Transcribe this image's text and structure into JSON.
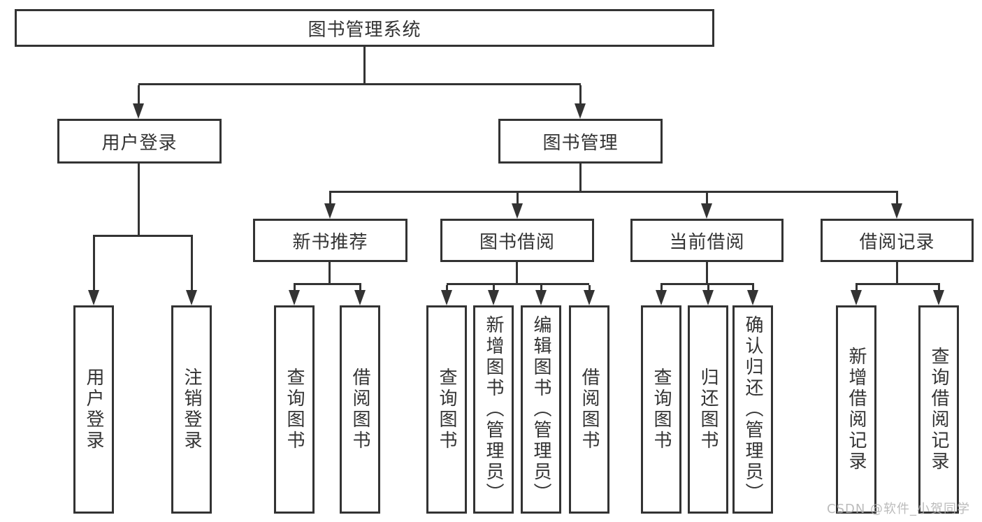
{
  "diagram_title": "图书管理系统",
  "watermark": "CSDN @软件_小贺同学",
  "colors": {
    "line": "#333333",
    "text": "#333333",
    "background": "#ffffff",
    "watermark": "#b0b0b0"
  },
  "tree": {
    "root": {
      "label": "图书管理系统"
    },
    "level2": [
      {
        "label": "用户登录",
        "parent": "图书管理系统"
      },
      {
        "label": "图书管理",
        "parent": "图书管理系统"
      }
    ],
    "level3": [
      {
        "label": "新书推荐",
        "parent": "图书管理"
      },
      {
        "label": "图书借阅",
        "parent": "图书管理"
      },
      {
        "label": "当前借阅",
        "parent": "图书管理"
      },
      {
        "label": "借阅记录",
        "parent": "图书管理"
      }
    ],
    "level4": [
      {
        "label": "用户登录",
        "parent": "用户登录"
      },
      {
        "label": "注销登录",
        "parent": "用户登录"
      },
      {
        "label": "查询图书",
        "parent": "新书推荐"
      },
      {
        "label": "借阅图书",
        "parent": "新书推荐"
      },
      {
        "label": "查询图书",
        "parent": "图书借阅"
      },
      {
        "label": "新增图书（管理员）",
        "parent": "图书借阅"
      },
      {
        "label": "编辑图书（管理员）",
        "parent": "图书借阅"
      },
      {
        "label": "借阅图书",
        "parent": "图书借阅"
      },
      {
        "label": "查询图书",
        "parent": "当前借阅"
      },
      {
        "label": "归还图书",
        "parent": "当前借阅"
      },
      {
        "label": "确认归还（管理员）",
        "parent": "当前借阅"
      },
      {
        "label": "新增借阅记录",
        "parent": "借阅记录"
      },
      {
        "label": "查询借阅记录",
        "parent": "借阅记录"
      }
    ]
  }
}
